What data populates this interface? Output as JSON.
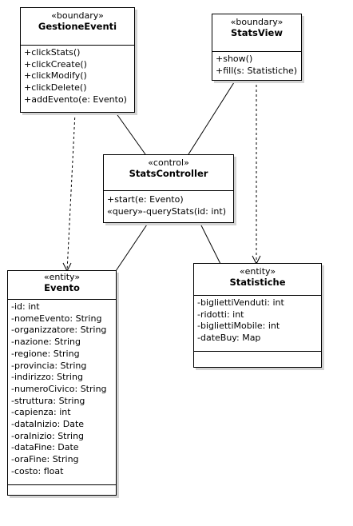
{
  "classes": {
    "gestione": {
      "stereotype": "«boundary»",
      "name": "GestioneEventi",
      "attributes": [],
      "operations": [
        "+clickStats()",
        "+clickCreate()",
        "+clickModify()",
        "+clickDelete()",
        "+addEvento(e: Evento)"
      ]
    },
    "statsview": {
      "stereotype": "«boundary»",
      "name": "StatsView",
      "attributes": [],
      "operations": [
        "+show()",
        "+fill(s: Statistiche)"
      ]
    },
    "controller": {
      "stereotype": "«control»",
      "name": "StatsController",
      "attributes": [],
      "operations": [
        "+start(e: Evento)",
        "«query»-queryStats(id: int)"
      ]
    },
    "evento": {
      "stereotype": "«entity»",
      "name": "Evento",
      "attributes": [
        "-id: int",
        "-nomeEvento: String",
        "-organizzatore: String",
        "-nazione: String",
        "-regione: String",
        "-provincia: String",
        "-indirizzo: String",
        "-numeroCivico: String",
        "-struttura: String",
        "-capienza: int",
        "-dataInizio: Date",
        "-oraInizio: String",
        "-dataFine: Date",
        "-oraFine: String",
        "-costo: float"
      ],
      "operations": []
    },
    "statistiche": {
      "stereotype": "«entity»",
      "name": "Statistiche",
      "attributes": [
        "-bigliettiVenduti: int",
        "-ridotti: int",
        "-bigliettiMobile: int",
        "-dateBuy: Map"
      ],
      "operations": []
    }
  },
  "relations": [
    {
      "from": "GestioneEventi",
      "to": "StatsController",
      "type": "association"
    },
    {
      "from": "StatsView",
      "to": "StatsController",
      "type": "association"
    },
    {
      "from": "StatsController",
      "to": "Evento",
      "type": "association"
    },
    {
      "from": "StatsController",
      "to": "Statistiche",
      "type": "association"
    },
    {
      "from": "GestioneEventi",
      "to": "Evento",
      "type": "dependency"
    },
    {
      "from": "StatsView",
      "to": "Statistiche",
      "type": "dependency"
    }
  ]
}
